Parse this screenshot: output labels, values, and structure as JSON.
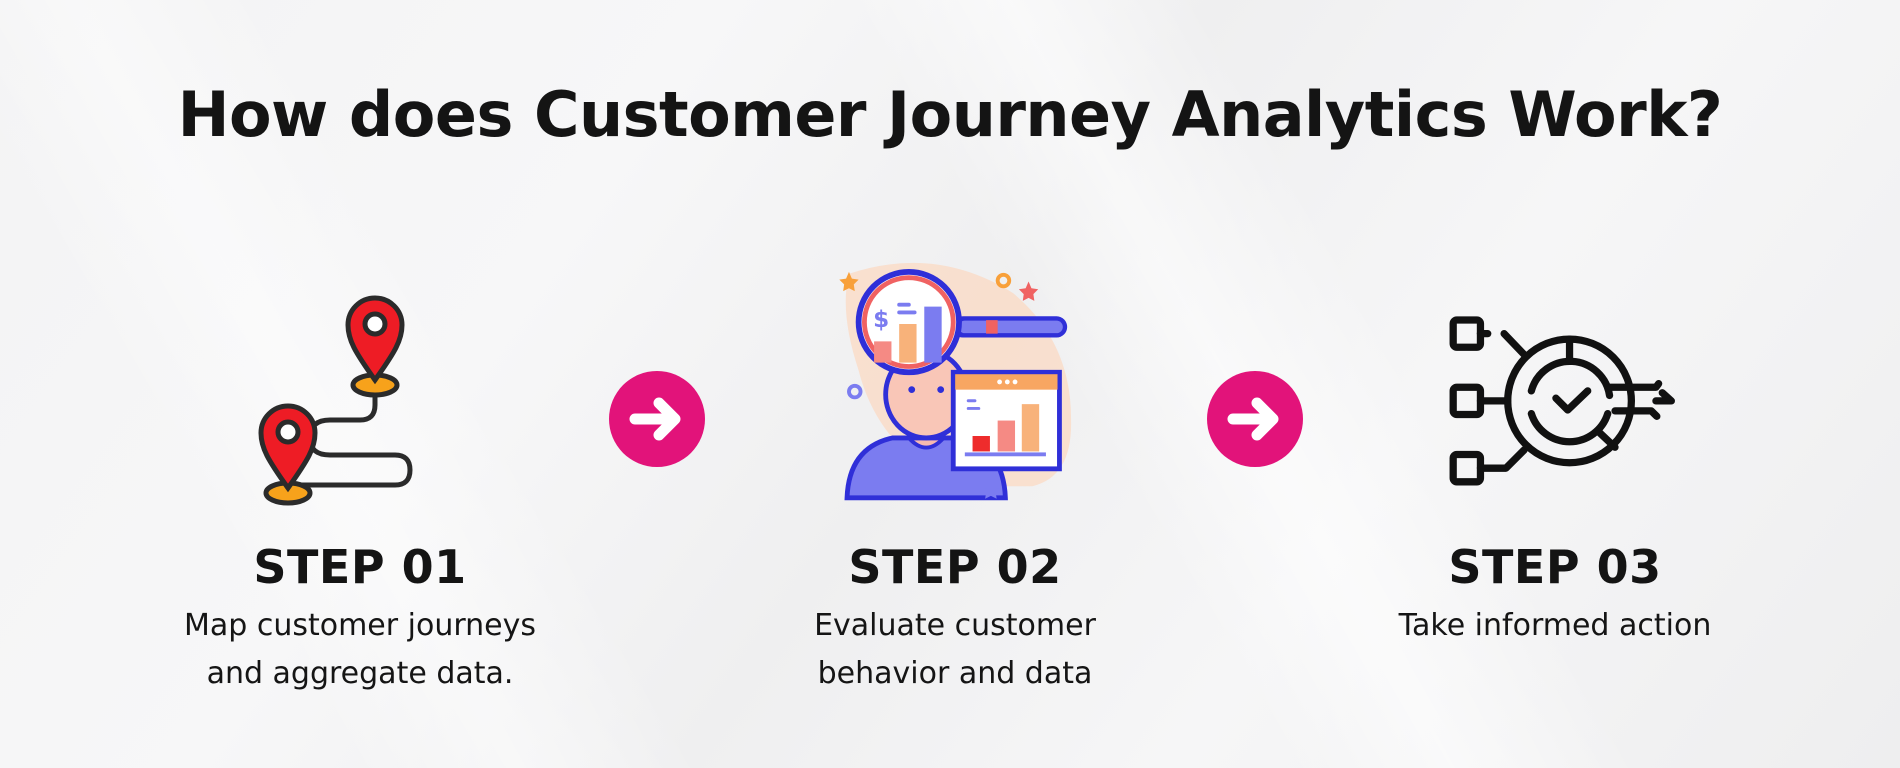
{
  "title": "How does Customer Journey Analytics Work?",
  "colors": {
    "arrow": "#e2137a",
    "pin_red": "#ee1c25",
    "pin_base": "#f7a21b",
    "outline": "#2b2b2b",
    "magnifier_blue": "#2f2fd8",
    "accent_orange": "#f8b27a",
    "accent_salmon": "#f58a84"
  },
  "steps": [
    {
      "label": "STEP 01",
      "description_line1": "Map customer journeys",
      "description_line2": "and aggregate data.",
      "icon": "map-route-pins-icon"
    },
    {
      "label": "STEP 02",
      "description_line1": "Evaluate customer",
      "description_line2": "behavior and data",
      "icon": "analyst-magnifier-chart-icon"
    },
    {
      "label": "STEP 03",
      "description_line1": "Take informed action",
      "description_line2": "",
      "icon": "decision-check-flow-icon"
    }
  ],
  "connectors": [
    {
      "icon": "arrow-right-circle-icon"
    },
    {
      "icon": "arrow-right-circle-icon"
    }
  ]
}
